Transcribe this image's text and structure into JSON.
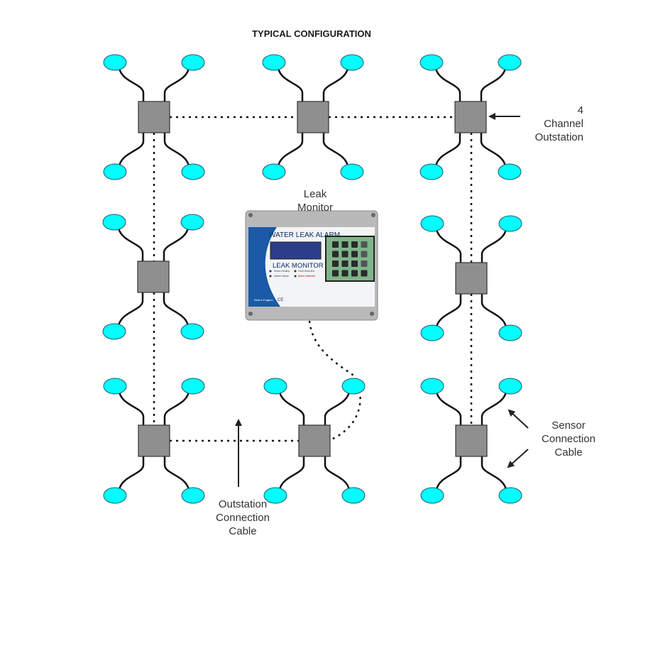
{
  "title": "TYPICAL CONFIGURATION",
  "labels": {
    "leak_monitor": [
      "Leak",
      "Monitor"
    ],
    "outstation": [
      "4",
      "Channel",
      "Outstation"
    ],
    "sensor_cable": [
      "Sensor",
      "Connection",
      "Cable"
    ],
    "outstation_cable": [
      "Outstation",
      "Connection",
      "Cable"
    ]
  },
  "monitor": {
    "header": "WATER LEAK ALARM",
    "name": "LEAK MONITOR",
    "indicators": [
      "Mains Healthy",
      "Fault Detected",
      "Mains Failure",
      "Alarm Detected"
    ],
    "footer": "Made in England",
    "mark": "CE"
  },
  "outstations": [
    {
      "id": "r1c1"
    },
    {
      "id": "r1c2"
    },
    {
      "id": "r1c3"
    },
    {
      "id": "r2c1"
    },
    {
      "id": "r2c3"
    },
    {
      "id": "r3c1"
    },
    {
      "id": "r3c2"
    },
    {
      "id": "r3c3"
    }
  ],
  "colors": {
    "sensor": "#00ffff",
    "outstation": "#8f8f8f",
    "monitor_blue": "#1a5aa6",
    "keypad": "#7fb58a"
  }
}
